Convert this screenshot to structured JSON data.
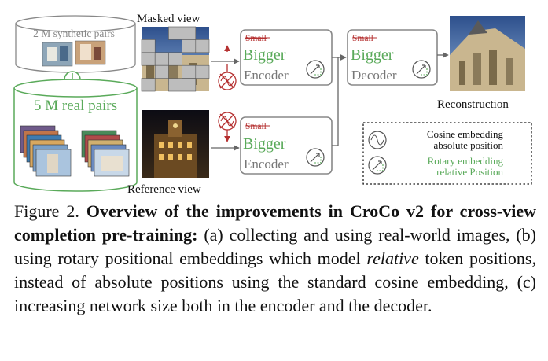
{
  "figure": {
    "synthetic_label": "2 M synthetic pairs",
    "real_label": "5 M real pairs",
    "masked_view_label": "Masked view",
    "reference_view_label": "Reference view",
    "reconstruction_label": "Reconstruction",
    "encoder_top": {
      "strike": "Small",
      "size": "Bigger",
      "name": "Encoder"
    },
    "encoder_bottom": {
      "strike": "Small",
      "size": "Bigger",
      "name": "Encoder"
    },
    "decoder": {
      "strike": "Small",
      "size": "Bigger",
      "name": "Decoder"
    },
    "legend": {
      "cosine_line1": "Cosine embedding",
      "cosine_line2": "absolute position",
      "rotary_line1": "Rotary embedding",
      "rotary_line2": "relative Position"
    },
    "colors": {
      "green": "#5aaa5a",
      "red": "#b53030",
      "gray": "#777777"
    }
  },
  "caption": {
    "prefix": "Figure 2. ",
    "bold": "Overview of the improvements in CroCo v2 for cross-view completion pre-training:",
    "part1": " (a) collecting and using real-world images, (b) using rotary positional embeddings which model ",
    "italic": "relative",
    "part2": " token positions, instead of absolute positions using the standard cosine embedding, (c) increasing network size both in the encoder and the decoder."
  }
}
